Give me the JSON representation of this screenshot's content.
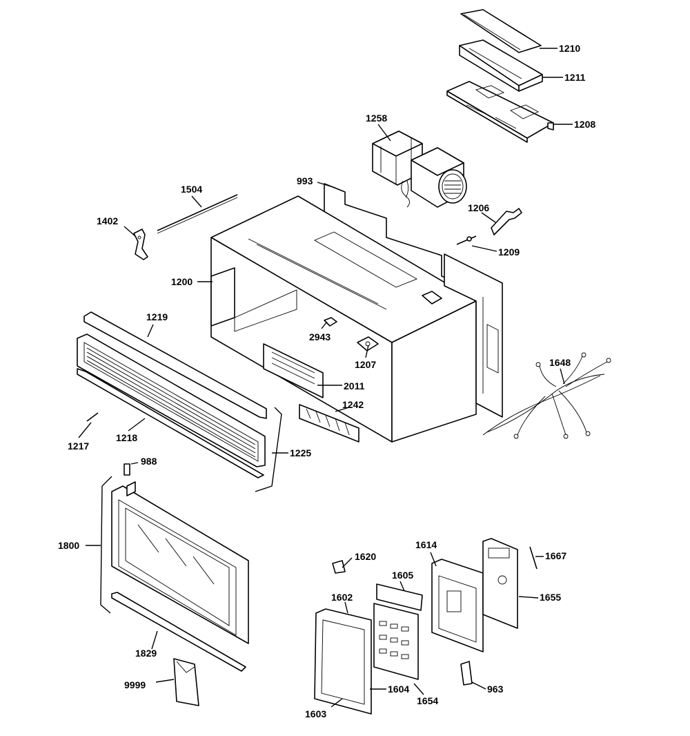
{
  "diagram": {
    "parts": {
      "p1210": "1210",
      "p1211": "1211",
      "p1208": "1208",
      "p1258": "1258",
      "p993": "993",
      "p1504": "1504",
      "p1402": "1402",
      "p1206": "1206",
      "p1209": "1209",
      "p1200": "1200",
      "p1219": "1219",
      "p2943": "2943",
      "p1207": "1207",
      "p1648": "1648",
      "p2011": "2011",
      "p1242": "1242",
      "p1217": "1217",
      "p1218": "1218",
      "p1225": "1225",
      "p988": "988",
      "p1800": "1800",
      "p1620": "1620",
      "p1614": "1614",
      "p1667": "1667",
      "p1605": "1605",
      "p1602": "1602",
      "p1655": "1655",
      "p1829": "1829",
      "p9999": "9999",
      "p1604": "1604",
      "p963": "963",
      "p1654": "1654",
      "p1603": "1603"
    }
  }
}
